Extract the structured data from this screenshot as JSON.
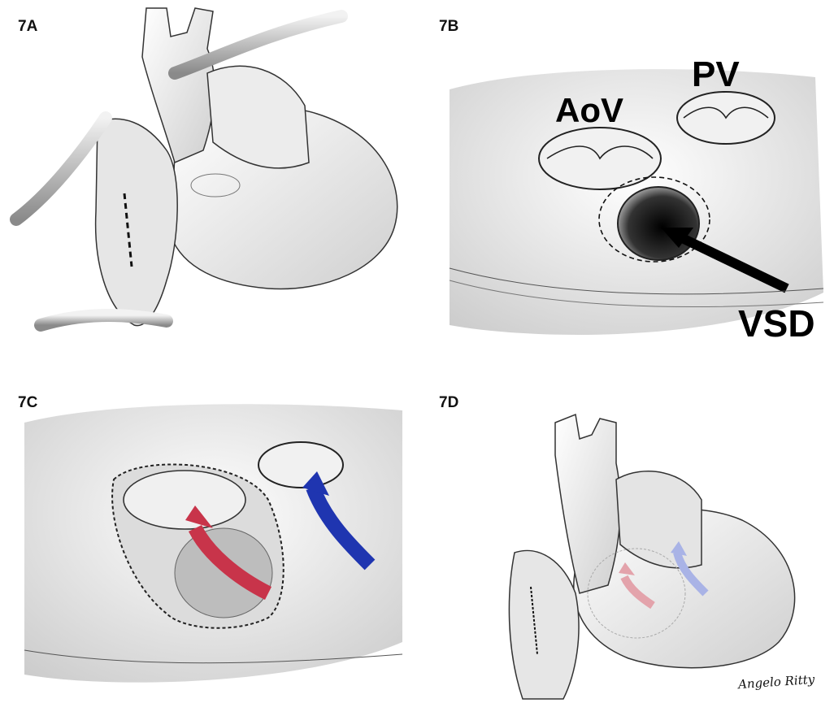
{
  "figure": {
    "panels": [
      {
        "label": "7A"
      },
      {
        "label": "7B",
        "annotations": {
          "aortic_valve": "AoV",
          "pulmonary_valve": "PV",
          "defect": "VSD"
        }
      },
      {
        "label": "7C",
        "arrows": [
          {
            "color": "#c8344a"
          },
          {
            "color": "#1f35b0"
          }
        ]
      },
      {
        "label": "7D",
        "arrows": [
          {
            "color": "#e3a3ab"
          },
          {
            "color": "#a9b3e6"
          }
        ]
      }
    ],
    "signature": "Angelo Ritty"
  }
}
